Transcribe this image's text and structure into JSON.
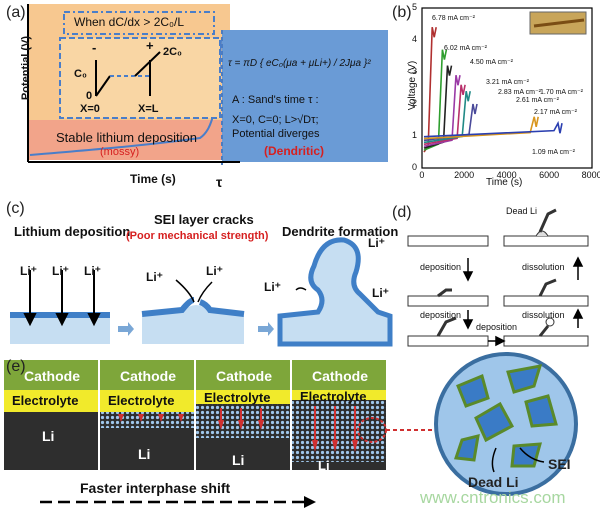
{
  "panel_a": {
    "label": "(a)",
    "condition": "When dC/dx > 2C₀/L",
    "ylabel": "Potential (V)",
    "xlabel": "Time (s)",
    "tau": "τ",
    "minus": "-",
    "plus": "+",
    "c0": "C₀",
    "zero": "0",
    "twoc0": "2C₀",
    "x0": "X=0",
    "xl": "X=L",
    "sand_eq": "τ = πD { eC₀(μa + μLi+) / 2Jμa }²",
    "sand_label": "A : Sand's time τ :",
    "cond2": "X=0, C=0; L>√Dτ;",
    "diverges": "Potential diverges",
    "stable": "Stable lithium deposition",
    "mossy": "(mossy)",
    "dendritic": "(Dendritic)"
  },
  "panel_b": {
    "label": "(b)",
    "ylabel": "Voltage (V)",
    "xlabel": "Time (s)",
    "yticks": [
      "0",
      "1",
      "2",
      "3",
      "4",
      "5"
    ],
    "xticks": [
      "0",
      "2000",
      "4000",
      "6000",
      "8000"
    ],
    "series": [
      {
        "name": "6.78 mA cm⁻²",
        "color": "#b03030"
      },
      {
        "name": "6.02 mA cm⁻²",
        "color": "#2e9e2e"
      },
      {
        "name": "4.50 mA cm⁻²",
        "color": "#222222"
      },
      {
        "name": "3.21 mA cm⁻²",
        "color": "#9a3aa6"
      },
      {
        "name": "2.83 mA cm⁻²",
        "color": "#b8306a"
      },
      {
        "name": "2.61 mA cm⁻²",
        "color": "#208a86"
      },
      {
        "name": "2.17 mA cm⁻²",
        "color": "#4a4a9a"
      },
      {
        "name": "1.70 mA cm⁻²",
        "color": "#d9961e"
      },
      {
        "name": "1.09 mA cm⁻²",
        "color": "#2b3fb0"
      }
    ]
  },
  "panel_c": {
    "label": "(c)",
    "title1": "Lithium deposition",
    "title2": "SEI layer cracks",
    "title2_sub": "(Poor mechanical strength)",
    "title3": "Dendrite formation",
    "ion": "Li⁺"
  },
  "panel_d": {
    "label": "(d)",
    "dead_li": "Dead Li",
    "deposition": "deposition",
    "dissolution": "dissolution"
  },
  "panel_e": {
    "label": "(e)",
    "cathode": "Cathode",
    "electrolyte": "Electrolyte",
    "li": "Li",
    "dead_li": "Dead Li",
    "sei": "SEI",
    "shift": "Faster interphase shift",
    "watermark": "www.cntronics.com"
  }
}
